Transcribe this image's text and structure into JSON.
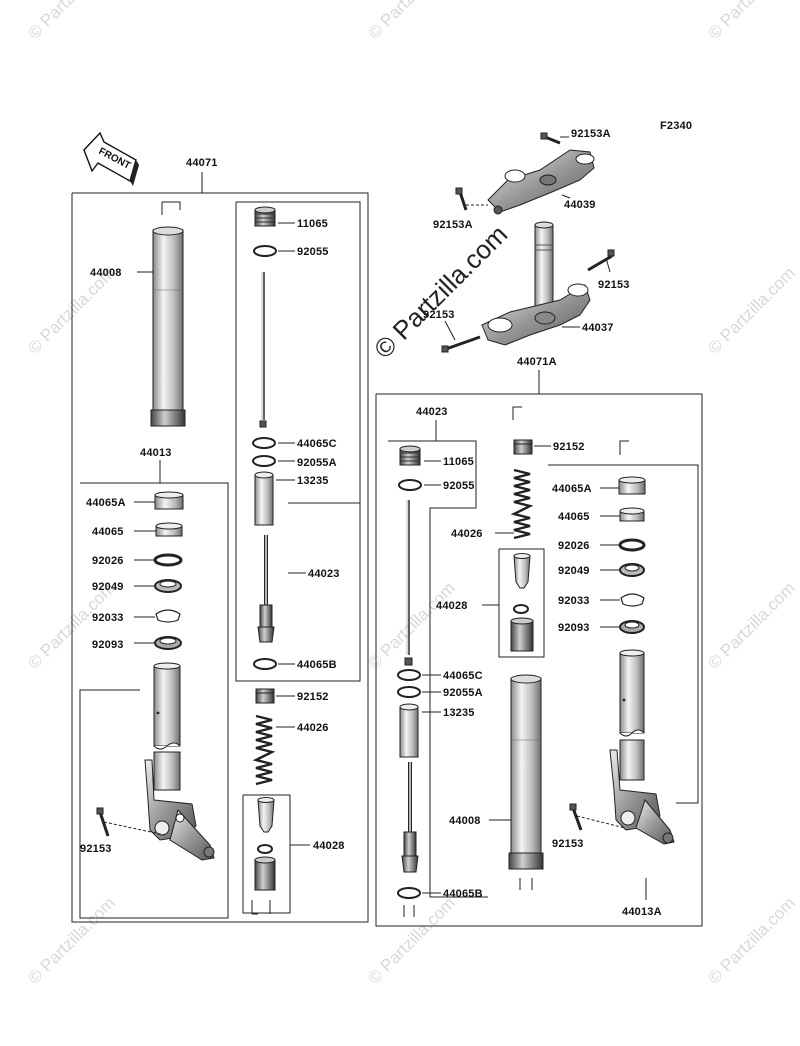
{
  "figure_code": "F2340",
  "direction_label": "FRONT",
  "watermarks": {
    "repeat_text": "© Partzilla.com",
    "center_text": "© Partzilla.com"
  },
  "left_assembly": {
    "group": "44071",
    "tube": "44008",
    "lower_group": "44013",
    "lower_parts": [
      "44065A",
      "44065",
      "92026",
      "92049",
      "92033",
      "92093"
    ],
    "lower_bolt": "92153",
    "cartridge_group": "44023",
    "cartridge_parts": [
      "11065",
      "92055",
      "44065C",
      "92055A",
      "13235"
    ],
    "cartridge_bottom": "44065B",
    "nut": "92152",
    "spring": "44026",
    "spring_guide": "44028"
  },
  "clamps": {
    "upper_bolt": "92153A",
    "upper_bolt_2": "92153A",
    "upper_clamp": "44039",
    "lower_bolt_right": "92153",
    "lower_bolt_left": "92153",
    "lower_clamp": "44037"
  },
  "right_assembly": {
    "group": "44071A",
    "cartridge_group": "44023",
    "cartridge_parts": [
      "11065",
      "92055",
      "44065C",
      "92055A",
      "13235"
    ],
    "cartridge_bottom": "44065B",
    "nut": "92152",
    "spring": "44026",
    "spring_guide": "44028",
    "tube": "44008",
    "lower_parts": [
      "44065A",
      "44065",
      "92026",
      "92049",
      "92033",
      "92093"
    ],
    "lower_bolt": "92153",
    "lower_group": "44013A"
  }
}
